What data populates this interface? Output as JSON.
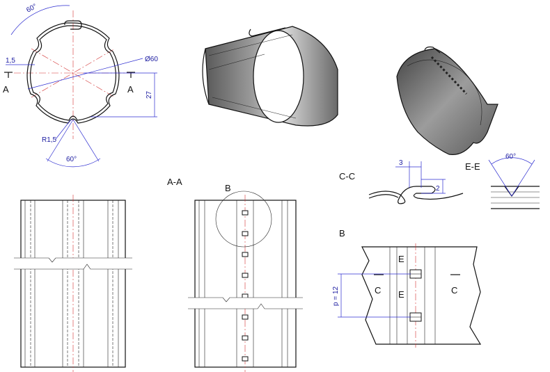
{
  "labels": {
    "section_aa": "A-A",
    "section_cc": "C-C",
    "section_ee": "E-E",
    "detail_b": "B",
    "detail_b_title": "B",
    "cut_a": "A",
    "cut_c": "C",
    "cut_e": "E"
  },
  "dims": {
    "angle_top": "60°",
    "wall": "1,5",
    "diameter": "Ø60",
    "height": "27",
    "radius": "R1,5",
    "angle_bottom": "60°",
    "cc_width": "3",
    "cc_height": "2",
    "ee_angle": "60°",
    "pitch": "p = 12"
  },
  "colors": {
    "object_line": "#111111",
    "dimension": "#1a1aa0",
    "centerline": "#d23030",
    "metal_dark": "#4a4a4a",
    "metal_mid": "#8c8c8c",
    "metal_light": "#cfcfcf"
  }
}
